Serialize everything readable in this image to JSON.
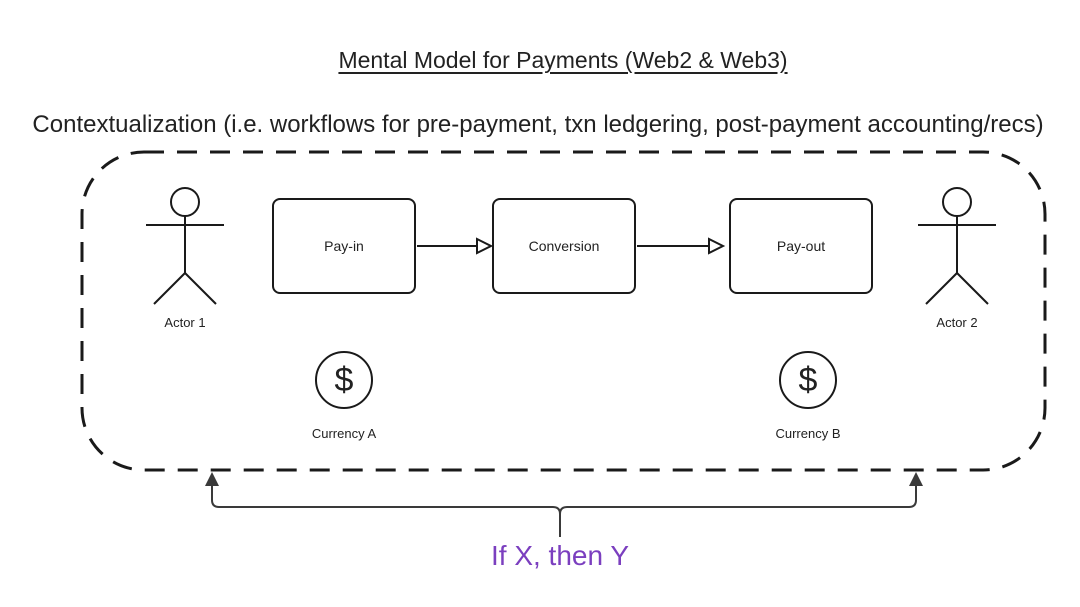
{
  "diagram": {
    "title": "Mental Model for Payments (Web2 & Web3)",
    "context_label": "Contextualization (i.e. workflows for pre-payment, txn ledgering, post-payment accounting/recs)",
    "actors": [
      {
        "label": "Actor 1"
      },
      {
        "label": "Actor 2"
      }
    ],
    "steps": [
      {
        "label": "Pay-in"
      },
      {
        "label": "Conversion"
      },
      {
        "label": "Pay-out"
      }
    ],
    "currencies": [
      {
        "symbol": "$",
        "label": "Currency A"
      },
      {
        "symbol": "$",
        "label": "Currency B"
      }
    ],
    "outcome": {
      "label": "If X, then Y",
      "color": "#7b3fbf"
    }
  }
}
